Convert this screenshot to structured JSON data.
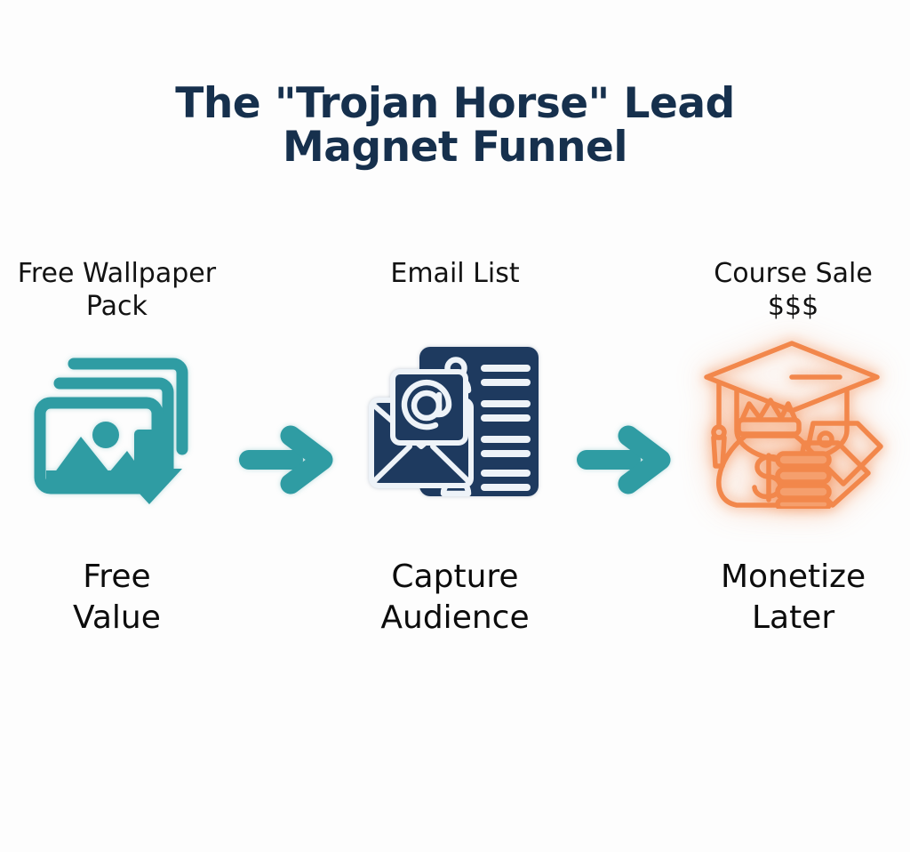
{
  "page": {
    "background_color": "#fdfdfd",
    "title": "The \"Trojan Horse\" Lead Magnet Funnel",
    "title_color": "#16304d"
  },
  "palette": {
    "teal": "#2f9ca3",
    "teal_dark": "#2a8f96",
    "navy": "#1e3a5f",
    "navy_light": "#eef3f8",
    "orange": "#f2874b",
    "orange_light": "#f59f6d",
    "text_dark": "#121212",
    "title_navy": "#16304d"
  },
  "funnel": {
    "stages": [
      {
        "id": "free-wallpaper-pack",
        "top_label": "Free Wallpaper\nPack",
        "bottom_label": "Free\nValue",
        "icon_name": "image-stack-download-icon",
        "icon_color": "#2f9ca3"
      },
      {
        "id": "email-list",
        "top_label": "Email List",
        "bottom_label": "Capture\nAudience",
        "icon_name": "email-contact-list-icon",
        "icon_color": "#1e3a5f"
      },
      {
        "id": "course-sale",
        "top_label": "Course Sale\n$$$",
        "bottom_label": "Monetize\nLater",
        "icon_name": "graduation-money-bag-icon",
        "icon_color": "#f2874b"
      }
    ],
    "arrows": [
      {
        "id": "arrow-1",
        "icon_name": "arrow-right-icon",
        "color": "#2f9ca3"
      },
      {
        "id": "arrow-2",
        "icon_name": "arrow-right-icon",
        "color": "#2f9ca3"
      }
    ]
  }
}
